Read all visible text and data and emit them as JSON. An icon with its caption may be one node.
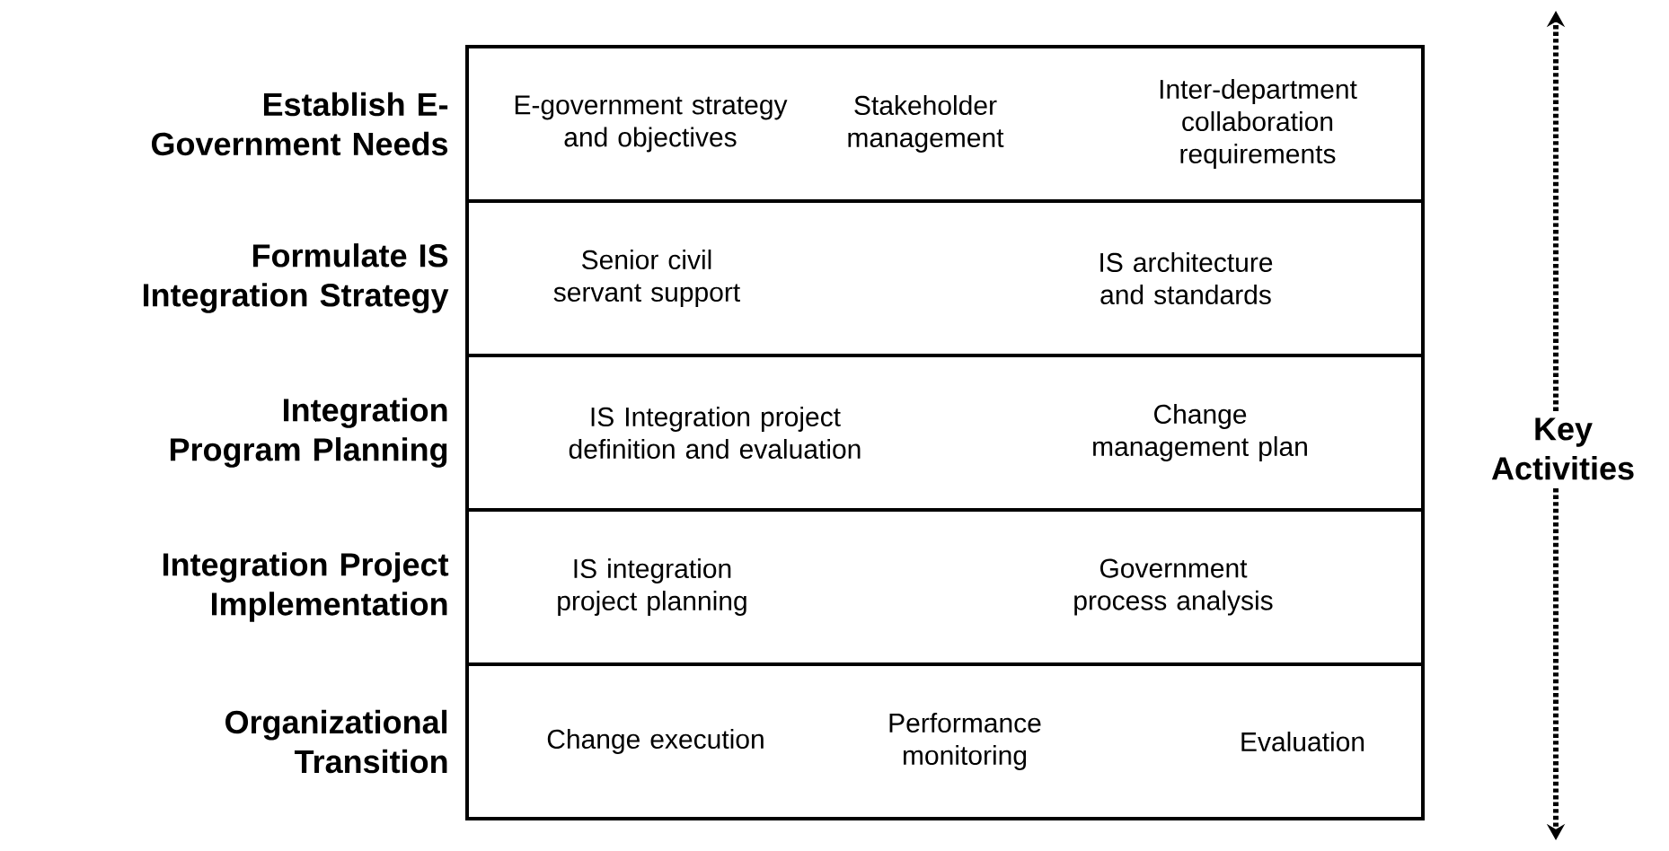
{
  "diagram": {
    "nodes": [
      {
        "text": [
          "Establish E-Government Needs",
          "E-government strategy and objectives",
          "Stakeholder management",
          "Inter-department collaboration requirements"
        ]
      },
      {
        "text": [
          "Formulate IS Integration Strategy",
          "Senior civil servant support",
          "IS architecture and standards"
        ]
      },
      {
        "text": [
          "Integration Program Planning",
          "IS Integration project definition and evaluation",
          "Change management plan"
        ]
      },
      {
        "text": [
          "Integration Project Implementation",
          "IS integration project planning",
          "Government process analysis"
        ]
      },
      {
        "text": [
          "Organizational Transition",
          "Change execution",
          "Performance monitoring",
          "Evaluation"
        ]
      }
    ],
    "labels": [
      "Key Activities"
    ]
  }
}
